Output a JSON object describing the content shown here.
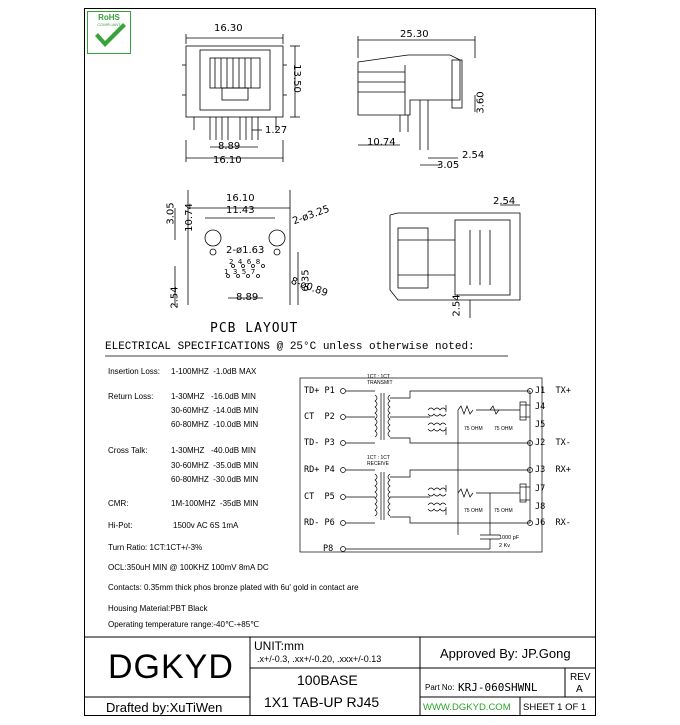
{
  "rohs": {
    "label": "RoHS",
    "sub": "COMPLIANT"
  },
  "front_view": {
    "width_top": "16.30",
    "height": "13.50",
    "pin_span": "8.89",
    "width_bottom": "16.10",
    "pitch": "1.27"
  },
  "side_view": {
    "length": "25.30",
    "height": "3.60",
    "leg": "10.74",
    "d1": "2.54",
    "d2": "3.05"
  },
  "pcb_view": {
    "d_outer": "16.10",
    "d_inner": "11.43",
    "d_top": "3.05",
    "d_mid": "10.74",
    "hole_large": "2-ø3.25",
    "hole_small": "2-ø1.63",
    "pins": "8-ø0.89",
    "d_right": "6.35",
    "d_bottom": "2.54",
    "pin_span": "8.89",
    "pin_labels_top": "2  4  6  8",
    "pin_labels_bottom": "1  3  5  7"
  },
  "bottom_view": {
    "d_top": "2.54",
    "d_side": "2.54"
  },
  "pcb_layout_title": "PCB LAYOUT",
  "electrical_title": "ELECTRICAL SPECIFICATIONS @ 25°C unless otherwise noted:",
  "specs": {
    "insertion_loss": {
      "label": "Insertion Loss:",
      "value": "1-100MHZ  -1.0dB MAX"
    },
    "return_loss": {
      "label": "Return Loss:",
      "rows": [
        "1-30MHZ   -16.0dB MIN",
        "30-60MHZ  -14.0dB MIN",
        "60-80MHZ  -10.0dB MIN"
      ]
    },
    "cross_talk": {
      "label": "Cross Talk:",
      "rows": [
        "1-30MHZ   -40.0dB MIN",
        "30-60MHZ  -35.0dB MIN",
        "60-80MHZ  -30.0dB MIN"
      ]
    },
    "cmr": {
      "label": "CMR:",
      "value": "1M-100MHZ  -35dB MIN"
    },
    "hipot": {
      "label": "Hi-Pot:",
      "value": "1500v AC 6S 1mA"
    },
    "turn_ratio": "Turn Ratio: 1CT:1CT+/-3%",
    "ocl": "OCL:350uH MIN @ 100KHZ 100mV 8mA DC",
    "contacts": "Contacts: 0.35mm thick phos bronze plated with 6u' gold in contact are",
    "housing": "Housing Material:PBT Black",
    "temp": "Operating temperature range:-40℃-+85℃"
  },
  "schematic": {
    "left_pins": [
      "TD+ P1",
      "CT  P2",
      "TD- P3",
      "RD+ P4",
      "CT  P5",
      "RD- P6",
      "P8"
    ],
    "right_pins": [
      "J1  TX+",
      "J4",
      "J5",
      "J2  TX-",
      "J3  RX+",
      "J7",
      "J8",
      "J6  RX-"
    ],
    "transmit": "1CT : 1CT\nTRANSMIT",
    "receive": "1CT : 1CT\nRECEIVE",
    "ohm": "75 OHM",
    "cap": "1000 pF\n2 Kv"
  },
  "title_block": {
    "company": "DGKYD",
    "unit": "UNIT:mm",
    "tolerance": ".x+/-0.3, .xx+/-0.20, .xxx+/-0.13",
    "approved": "Approved By: JP.Gong",
    "drafted": "Drafted by:XuTiWen",
    "product_line1": "100BASE",
    "product_line2": "1X1 TAB-UP RJ45",
    "part_label": "Part No:",
    "part_no": "KRJ-060SHWNL",
    "rev_label": "REV",
    "rev": "A",
    "website": "WWW.DGKYD.COM",
    "sheet": "SHEET 1 OF 1",
    "colors": {
      "website": "#2aa62a",
      "rohs": "#3aa23a"
    }
  }
}
